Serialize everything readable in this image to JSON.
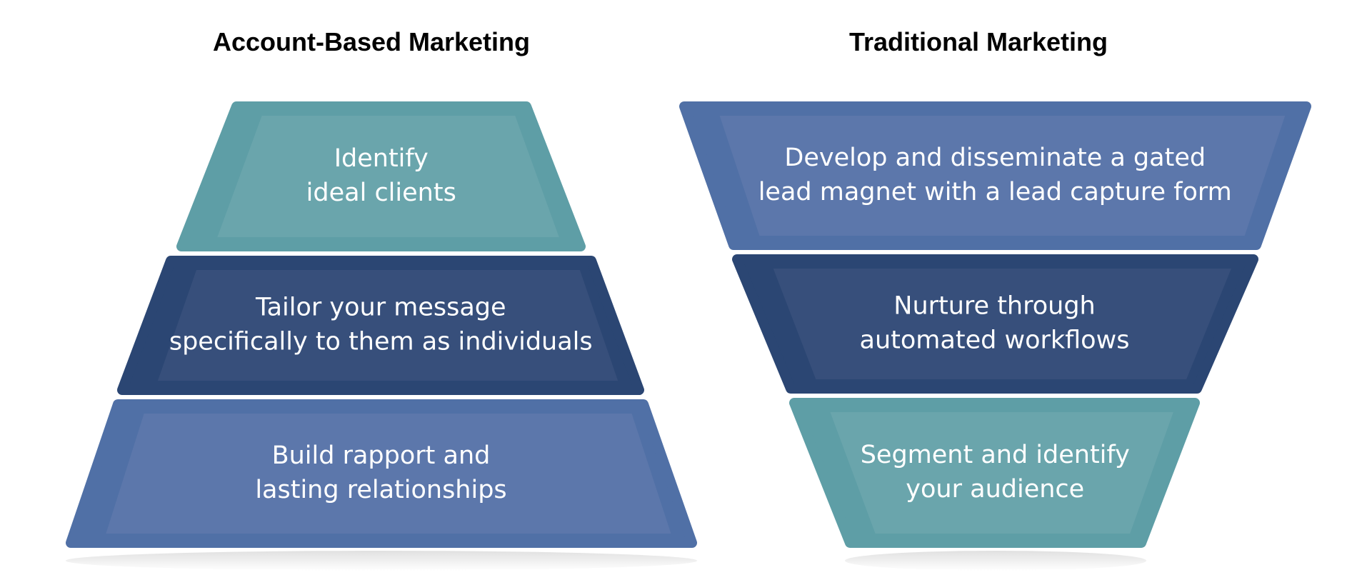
{
  "colors": {
    "teal": "#5e9ea6",
    "teal_inner": "#7aadb3",
    "navy": "#2b4673",
    "navy_inner": "#465a84",
    "blue": "#5070a6",
    "blue_inner": "#6a81b2"
  },
  "left": {
    "title": "Account-Based Marketing",
    "stages": [
      {
        "lines": [
          "Identify",
          "ideal clients"
        ],
        "color": "teal"
      },
      {
        "lines": [
          "Tailor your message",
          "specifically to them as individuals"
        ],
        "color": "navy"
      },
      {
        "lines": [
          "Build rapport and",
          "lasting relationships"
        ],
        "color": "blue"
      }
    ]
  },
  "right": {
    "title": "Traditional Marketing",
    "stages": [
      {
        "lines": [
          "Develop and disseminate a gated",
          "lead magnet with a lead capture form"
        ],
        "color": "blue"
      },
      {
        "lines": [
          "Nurture through",
          "automated workflows"
        ],
        "color": "navy"
      },
      {
        "lines": [
          "Segment and identify",
          "your audience"
        ],
        "color": "teal"
      }
    ]
  }
}
